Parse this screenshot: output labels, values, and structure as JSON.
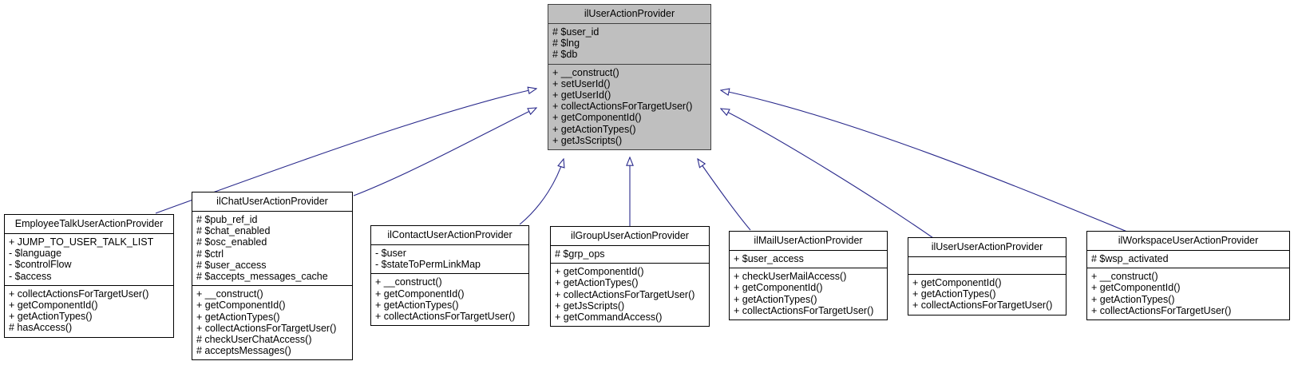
{
  "diagram": {
    "type": "uml-class-inheritance",
    "title": "ilUserActionProvider class hierarchy",
    "edge_color": "#2a2a8c",
    "base_fill": "#bfbfbf",
    "class_fill": "#ffffff",
    "border_color": "#000000",
    "relationship": "generalization"
  },
  "classes": [
    {
      "id": "base",
      "name": "ilUserActionProvider",
      "attributes": [
        "# $user_id",
        "# $lng",
        "# $db"
      ],
      "operations": [
        "+ __construct()",
        "+ setUserId()",
        "+ getUserId()",
        "+ collectActionsForTargetUser()",
        "+ getComponentId()",
        "+ getActionTypes()",
        "+ getJsScripts()"
      ]
    },
    {
      "id": "employeetalk",
      "name": "EmployeeTalkUserActionProvider",
      "attributes": [
        "+ JUMP_TO_USER_TALK_LIST",
        "- $language",
        "- $controlFlow",
        "- $access"
      ],
      "operations": [
        "+ collectActionsForTargetUser()",
        "+ getComponentId()",
        "+ getActionTypes()",
        "# hasAccess()"
      ]
    },
    {
      "id": "chat",
      "name": "ilChatUserActionProvider",
      "attributes": [
        "# $pub_ref_id",
        "# $chat_enabled",
        "# $osc_enabled",
        "# $ctrl",
        "# $user_access",
        "# $accepts_messages_cache"
      ],
      "operations": [
        "+ __construct()",
        "+ getComponentId()",
        "+ getActionTypes()",
        "+ collectActionsForTargetUser()",
        "# checkUserChatAccess()",
        "# acceptsMessages()"
      ]
    },
    {
      "id": "contact",
      "name": "ilContactUserActionProvider",
      "attributes": [
        "- $user",
        "- $stateToPermLinkMap"
      ],
      "operations": [
        "+ __construct()",
        "+ getComponentId()",
        "+ getActionTypes()",
        "+ collectActionsForTargetUser()"
      ]
    },
    {
      "id": "group",
      "name": "ilGroupUserActionProvider",
      "attributes": [
        "# $grp_ops"
      ],
      "operations": [
        "+ getComponentId()",
        "+ getActionTypes()",
        "+ collectActionsForTargetUser()",
        "+ getJsScripts()",
        "+ getCommandAccess()"
      ]
    },
    {
      "id": "mail",
      "name": "ilMailUserActionProvider",
      "attributes": [
        "+ $user_access"
      ],
      "operations": [
        "+ checkUserMailAccess()",
        "+ getComponentId()",
        "+ getActionTypes()",
        "+ collectActionsForTargetUser()"
      ]
    },
    {
      "id": "user",
      "name": "ilUserUserActionProvider",
      "attributes": [],
      "operations": [
        "+ getComponentId()",
        "+ getActionTypes()",
        "+ collectActionsForTargetUser()"
      ]
    },
    {
      "id": "workspace",
      "name": "ilWorkspaceUserActionProvider",
      "attributes": [
        "# $wsp_activated"
      ],
      "operations": [
        "+ __construct()",
        "+ getComponentId()",
        "+ getActionTypes()",
        "+ collectActionsForTargetUser()"
      ]
    }
  ],
  "edges": [
    {
      "from": "employeetalk",
      "to": "base",
      "label": ""
    },
    {
      "from": "chat",
      "to": "base",
      "label": ""
    },
    {
      "from": "contact",
      "to": "base",
      "label": ""
    },
    {
      "from": "group",
      "to": "base",
      "label": ""
    },
    {
      "from": "mail",
      "to": "base",
      "label": ""
    },
    {
      "from": "user",
      "to": "base",
      "label": ""
    },
    {
      "from": "workspace",
      "to": "base",
      "label": ""
    }
  ]
}
